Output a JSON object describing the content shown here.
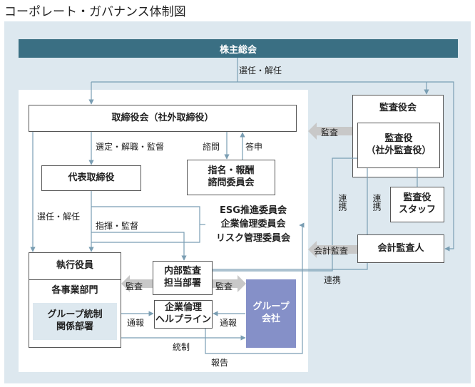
{
  "page_title": "コーポレート・ガバナンス体制図",
  "nodes": {
    "shareholders": "株主総会",
    "board": "取締役会（社外取締役）",
    "representative": "代表取締役",
    "nomination_line1": "指名・報酬",
    "nomination_line2": "諮問委員会",
    "exec_officers": "執行役員",
    "business_depts": "各事業部門",
    "group_ctrl_line1": "グループ統制",
    "group_ctrl_line2": "関係部署",
    "internal_audit_line1": "内部監査",
    "internal_audit_line2": "担当部署",
    "helpline_line1": "企業倫理",
    "helpline_line2": "ヘルプライン",
    "group_co_line1": "グループ",
    "group_co_line2": "会社",
    "audit_board": "監査役会",
    "auditor_line1": "監査役",
    "auditor_line2": "（社外監査役）",
    "auditor_staff_line1": "監査役",
    "auditor_staff_line2": "スタッフ",
    "accounting_auditor": "会計監査人",
    "esg_committee": "ESG推進委員会",
    "ethics_committee": "企業倫理委員会",
    "risk_committee": "リスク管理委員会"
  },
  "labels": {
    "elect_dismiss_top": "選任・解任",
    "select_dismiss_supervise": "選定・解職・監督",
    "consult": "諮問",
    "report_answer": "答申",
    "elect_dismiss_left": "選任・解任",
    "direct_supervise": "指揮・監督",
    "audit_board_arrow": "監査",
    "audit_left": "監査",
    "audit_right": "監査",
    "report_left": "通報",
    "report_right": "通報",
    "control": "統制",
    "report_bottom": "報告",
    "cooperate_1": "連携",
    "cooperate_2": "連携",
    "cooperate_3": "連携",
    "accounting_audit": "会計監査"
  },
  "colors": {
    "teal": "#3a6f83",
    "background": "#dde8ef",
    "purple": "#8590c8",
    "fat_arrow": "#c8c8c8",
    "thin_arrow": "#7a9eb3"
  }
}
